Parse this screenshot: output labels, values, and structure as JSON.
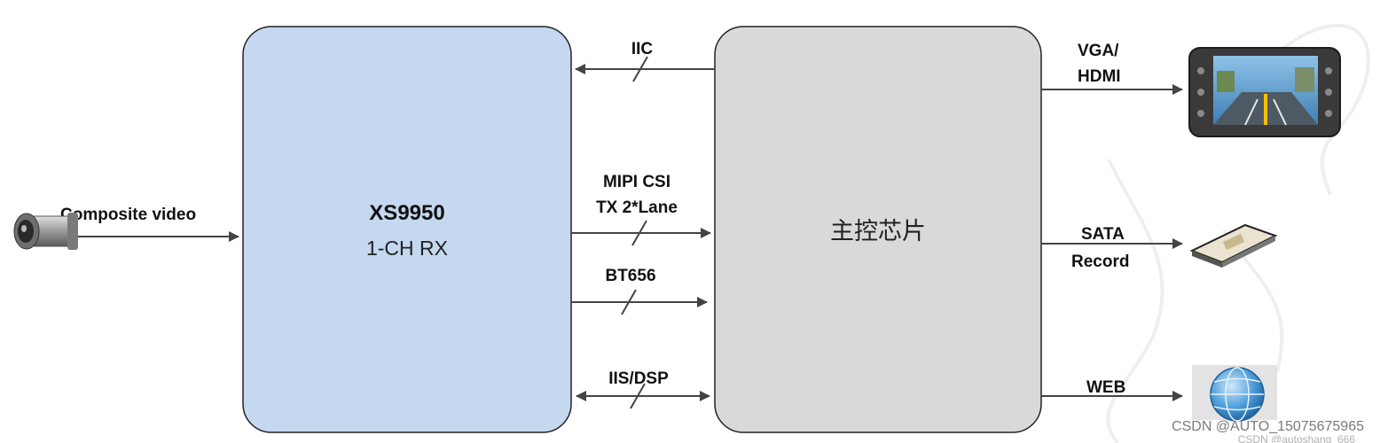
{
  "input": {
    "label": "Composite video"
  },
  "receiver": {
    "name": "XS9950",
    "subtitle": "1-CH RX",
    "fill": "#c5d8f0"
  },
  "controller": {
    "name": "主控芯片",
    "fill": "#d9d9d9"
  },
  "buses": [
    {
      "id": "iic",
      "lines": [
        "IIC"
      ],
      "direction": "left"
    },
    {
      "id": "mipi",
      "lines": [
        "MIPI CSI",
        "TX 2*Lane"
      ],
      "direction": "right"
    },
    {
      "id": "bt656",
      "lines": [
        "BT656"
      ],
      "direction": "right"
    },
    {
      "id": "iis",
      "lines": [
        "IIS/DSP"
      ],
      "direction": "both"
    }
  ],
  "outputs": [
    {
      "id": "vga",
      "lines": [
        "VGA/",
        "HDMI"
      ],
      "device_icon": "car-display-icon"
    },
    {
      "id": "sata",
      "lines": [
        "SATA",
        "Record"
      ],
      "device_icon": "hard-drive-icon"
    },
    {
      "id": "web",
      "lines": [
        "WEB"
      ],
      "device_icon": "globe-icon"
    }
  ],
  "source_icon": "camera-icon",
  "watermark": {
    "text": "CSDN @AUTO_15075675965",
    "faint_text": "CSDN @autoshang_666"
  }
}
